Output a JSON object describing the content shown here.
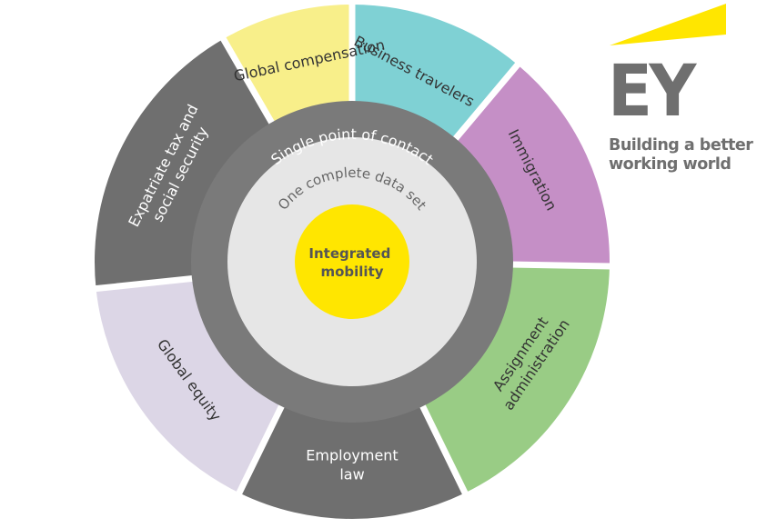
{
  "segments": [
    {
      "id": "global-compensation",
      "lines": [
        "Global compensation"
      ],
      "color": "#f8ef8a",
      "text_color": "#333333"
    },
    {
      "id": "business-travelers",
      "lines": [
        "Business travelers"
      ],
      "color": "#7fd1d4",
      "text_color": "#333333"
    },
    {
      "id": "immigration",
      "lines": [
        "Immigration"
      ],
      "color": "#c58fc6",
      "text_color": "#333333"
    },
    {
      "id": "assignment-administration",
      "lines": [
        "Assignment",
        "administration"
      ],
      "color": "#99cc85",
      "text_color": "#333333"
    },
    {
      "id": "employment-law",
      "lines": [
        "Employment",
        "law"
      ],
      "color": "#6f6f6f",
      "text_color": "#ffffff"
    },
    {
      "id": "global-equity",
      "lines": [
        "Global equity"
      ],
      "color": "#dcd6e6",
      "text_color": "#333333"
    },
    {
      "id": "expatriate-tax",
      "lines": [
        "Expatriate tax and",
        "social security"
      ],
      "color": "#6f6f6f",
      "text_color": "#ffffff"
    }
  ],
  "middle_ring": {
    "label": "Single point of contact",
    "color": "#7a7a7a",
    "text_color": "#ffffff"
  },
  "inner_ring": {
    "label": "One complete data set",
    "color": "#e6e6e6",
    "text_color": "#666666"
  },
  "center": {
    "lines": [
      "Integrated",
      "mobility"
    ],
    "color": "#ffe600",
    "text_color": "#555555"
  },
  "logo": {
    "letters": "EY",
    "tagline_lines": [
      "Building a better",
      "working world"
    ],
    "mark_color": "#ffe600",
    "text_color": "#6f6f6f"
  }
}
